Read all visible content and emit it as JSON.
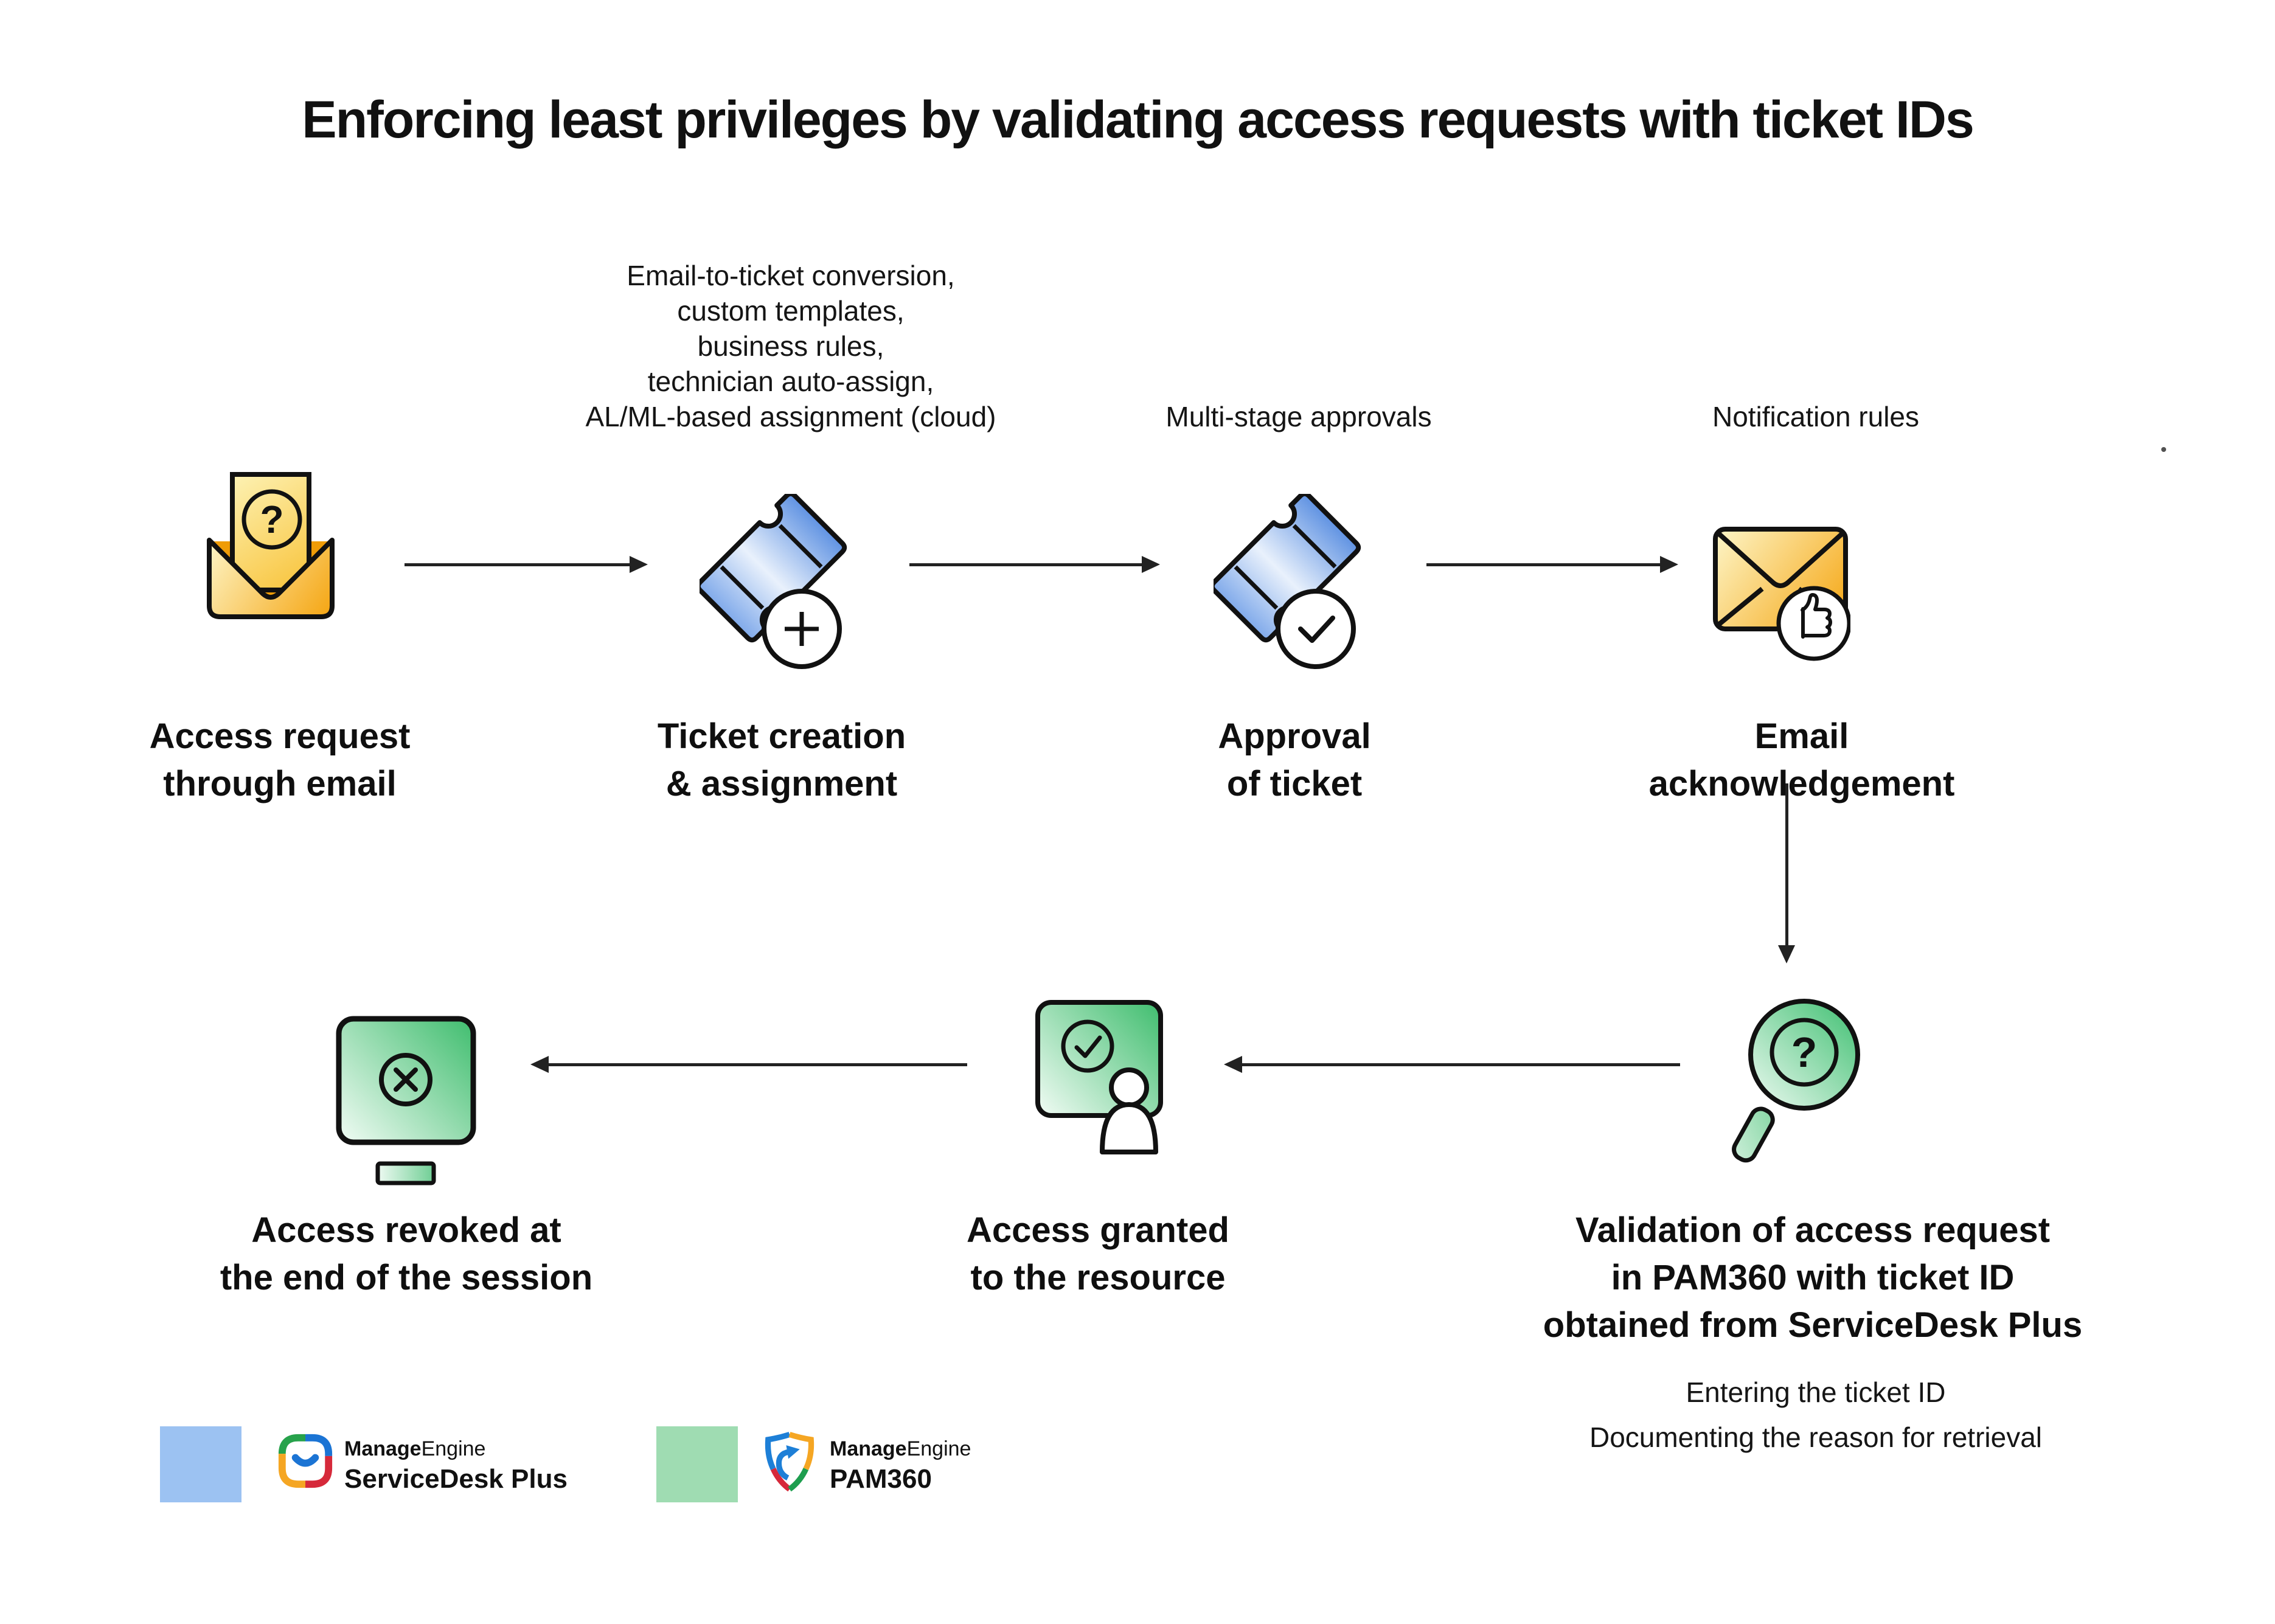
{
  "title": "Enforcing least privileges by validating access requests with ticket IDs",
  "steps": {
    "access_request": {
      "label": "Access request\nthrough email"
    },
    "ticket_creation": {
      "note": "Email-to-ticket conversion,\ncustom templates,\nbusiness rules,\ntechnician auto-assign,\nAL/ML-based assignment (cloud)",
      "label": "Ticket creation\n& assignment"
    },
    "approval": {
      "note": "Multi-stage approvals",
      "label": "Approval\nof ticket"
    },
    "email_ack": {
      "note": "Notification rules",
      "label": "Email\nacknowledgement"
    },
    "validation": {
      "label": "Validation of access request\nin PAM360 with ticket ID\nobtained from ServiceDesk Plus",
      "note": "Entering the ticket ID\nDocumenting the reason for retrieval"
    },
    "access_granted": {
      "label": "Access granted\nto the resource"
    },
    "access_revoked": {
      "label": "Access revoked at\nthe end of the session"
    }
  },
  "icons": {
    "step1": "email-question-icon",
    "step2": "ticket-add-icon",
    "step3": "ticket-approved-icon",
    "step4": "email-thumbs-up-icon",
    "step5": "search-question-icon",
    "step6": "resource-granted-person-icon",
    "step7": "monitor-revoked-icon",
    "question_glyph": "?"
  },
  "legend": {
    "servicedesk": {
      "swatch": "#9cc2f2",
      "brand_bold": "Manage",
      "brand_light": "Engine",
      "product": "ServiceDesk Plus"
    },
    "pam360": {
      "swatch": "#9fdcb2",
      "brand_bold": "Manage",
      "brand_light": "Engine",
      "product": "PAM360"
    }
  },
  "colors": {
    "servicedesk_blue": "#9cc2f2",
    "pam_green": "#9fdcb2",
    "icon_yellow": "#f6a81f",
    "icon_blue": "#5f92e2",
    "icon_green": "#3fbd6e",
    "outline": "#111111",
    "arrow": "#222222",
    "text": "#1a1a1a"
  }
}
